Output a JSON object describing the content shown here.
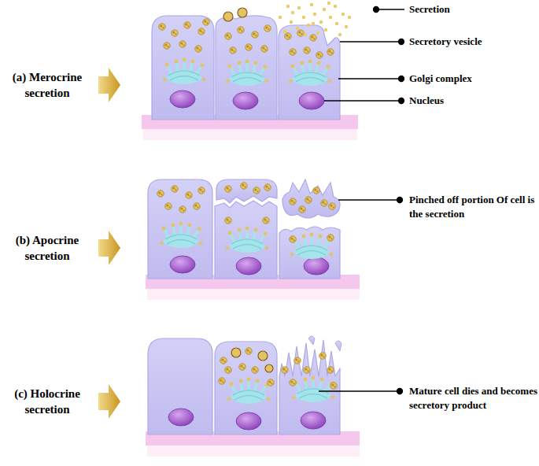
{
  "diagram": {
    "labels": [
      "(a) Merocrine secretion",
      "Secretion",
      "Secretory vesicle",
      "Golgi complex",
      "Nucleus",
      "(b) Apocrine secretion",
      "Pinched off portion Of cell is the secretion",
      "(c) Holocrine secretion",
      "Mature cell dies and becomes secretory product"
    ]
  }
}
